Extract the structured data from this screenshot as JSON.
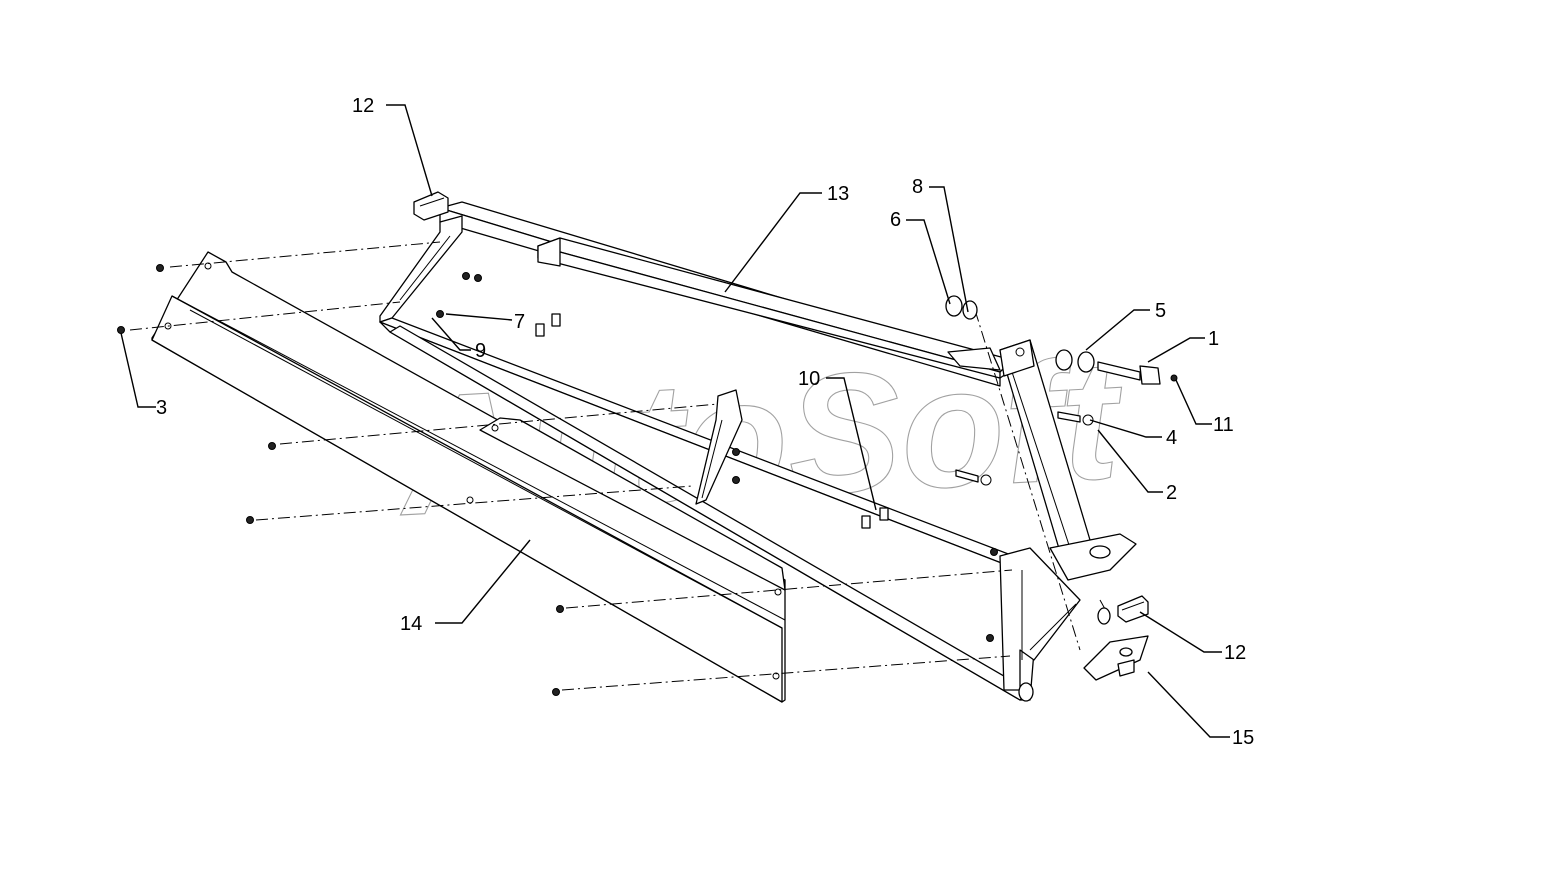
{
  "watermark": "AutoSoft",
  "callouts": [
    {
      "id": "c-12a",
      "label": "12"
    },
    {
      "id": "c-13",
      "label": "13"
    },
    {
      "id": "c-8",
      "label": "8"
    },
    {
      "id": "c-6",
      "label": "6"
    },
    {
      "id": "c-5",
      "label": "5"
    },
    {
      "id": "c-1",
      "label": "1"
    },
    {
      "id": "c-7",
      "label": "7"
    },
    {
      "id": "c-9",
      "label": "9"
    },
    {
      "id": "c-3",
      "label": "3"
    },
    {
      "id": "c-10",
      "label": "10"
    },
    {
      "id": "c-4",
      "label": "4"
    },
    {
      "id": "c-11",
      "label": "11"
    },
    {
      "id": "c-2",
      "label": "2"
    },
    {
      "id": "c-14",
      "label": "14"
    },
    {
      "id": "c-12b",
      "label": "12"
    },
    {
      "id": "c-15",
      "label": "15"
    }
  ]
}
